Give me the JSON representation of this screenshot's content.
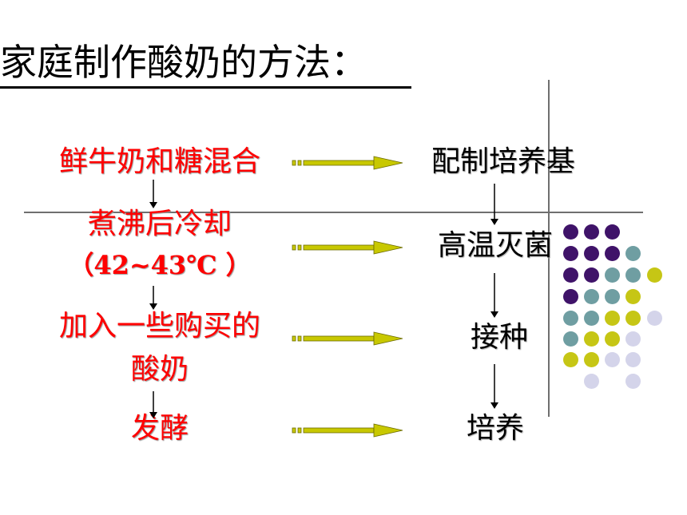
{
  "title": "家庭制作酸奶的方法：",
  "left_steps": [
    {
      "id": "l1",
      "lines": [
        "鲜牛奶和糖混合"
      ]
    },
    {
      "id": "l2",
      "lines": [
        "煮沸后冷却",
        "（42~43℃ ）"
      ]
    },
    {
      "id": "l3",
      "lines": [
        "加入一些购买的",
        "酸奶"
      ]
    },
    {
      "id": "l4",
      "lines": [
        "发酵"
      ]
    }
  ],
  "right_steps": [
    {
      "id": "r1",
      "label": "配制培养基"
    },
    {
      "id": "r2",
      "label": "高温灭菌"
    },
    {
      "id": "r3",
      "label": "接种"
    },
    {
      "id": "r4",
      "label": "培养"
    }
  ],
  "colors": {
    "left_text": "#ff0000",
    "right_text": "#000000",
    "arrow_fill": "#c8c800",
    "arrow_stroke": "#6b6b00",
    "dot_purple": "#3f1369",
    "dot_teal": "#6f9ea2",
    "dot_yellow": "#c6c615",
    "dot_lavender": "#d4d4ea"
  }
}
